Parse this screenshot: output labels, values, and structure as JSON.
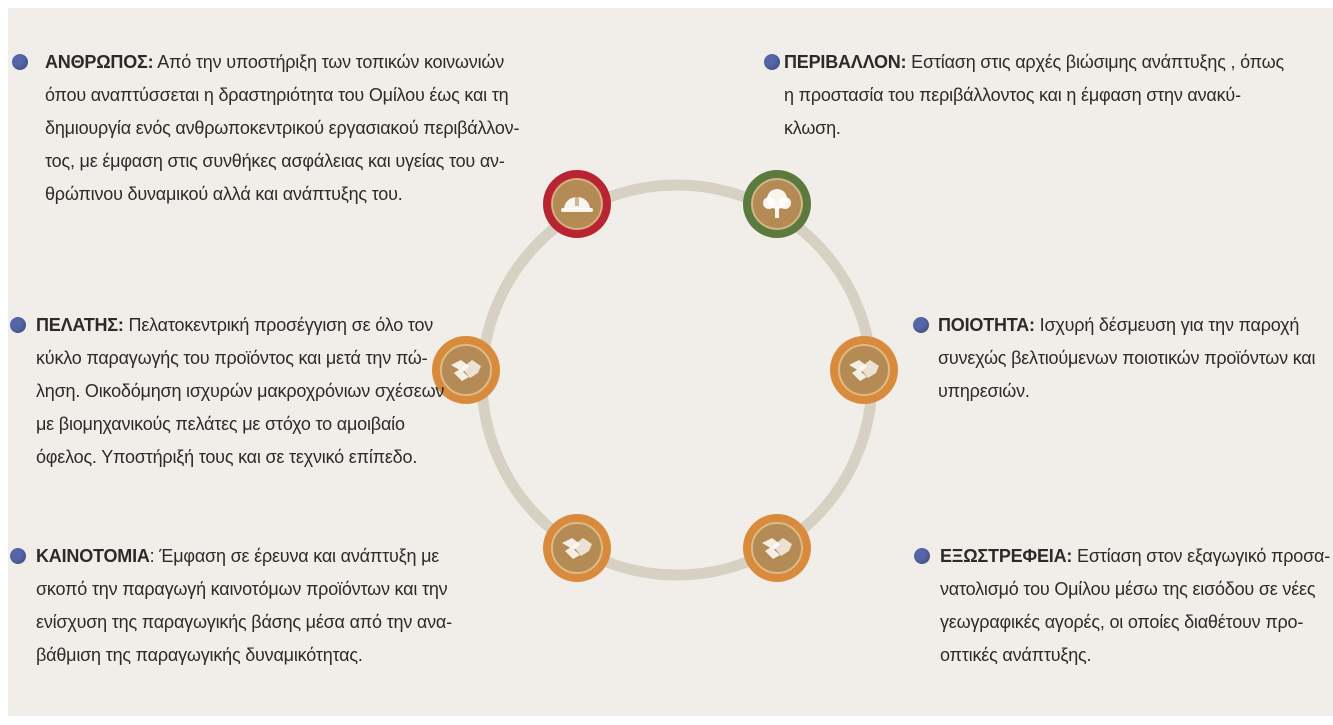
{
  "colors": {
    "background": "#f1eee9",
    "ring": "#d6d1c3",
    "bullet": "#5565a8",
    "node_red": "#b82432",
    "node_green": "#5c7a3e",
    "node_orange": "#d98b3d",
    "node_inner": "#b48a55"
  },
  "nodes": [
    {
      "icon": "hard-hat-icon",
      "color": "node_red"
    },
    {
      "icon": "tree-icon",
      "color": "node_green"
    },
    {
      "icon": "handshake-icon",
      "color": "node_orange"
    },
    {
      "icon": "handshake-icon",
      "color": "node_orange"
    },
    {
      "icon": "handshake-icon",
      "color": "node_orange"
    },
    {
      "icon": "handshake-icon",
      "color": "node_orange"
    }
  ],
  "anthropos": {
    "title": "ΑΝΘΡΩΠΟΣ:",
    "lines": [
      "Από την υποστήριξη των τοπικών κοινωνιών",
      "όπου αναπτύσσεται η δραστηριότητα του Ομίλου έως και τη",
      "δημιουργία ενός ανθρωποκεντρικού εργασιακού περιβάλλον-",
      "τος, με έμφαση στις συνθήκες ασφάλειας και υγείας του αν-",
      "θρώπινου δυναμικού αλλά και ανάπτυξης του."
    ]
  },
  "perivallon": {
    "title": "ΠΕΡΙΒΑΛΛΟΝ:",
    "lines": [
      "Εστίαση στις αρχές βιώσιμης ανάπτυξης , όπως",
      "η προστασία του περιβάλλοντος και η έμφαση στην ανακύ-",
      "κλωση."
    ]
  },
  "pelatis": {
    "title": "ΠΕΛΑΤΗΣ:",
    "lines": [
      "Πελατοκεντρική προσέγγιση σε όλο τον",
      "κύκλο παραγωγής του προϊόντος και μετά την πώ-",
      "ληση. Οικοδόμηση ισχυρών μακροχρόνιων σχέσεων",
      "με βιομηχανικούς πελάτες με στόχο το αμοιβαίο",
      "όφελος. Υποστήριξή τους και σε τεχνικό επίπεδο."
    ]
  },
  "poiotita": {
    "title": "ΠΟΙΟΤΗΤΑ:",
    "lines": [
      "Ισχυρή δέσμευση για την παροχή",
      "συνεχώς βελτιούμενων ποιοτικών προϊόντων και",
      "υπηρεσιών."
    ]
  },
  "kainotomia": {
    "title": "ΚΑΙΝΟΤΟΜΙΑ",
    "sep": ":",
    "lines": [
      "Έμφαση σε έρευνα και ανάπτυξη με",
      "σκοπό την παραγωγή καινοτόμων προϊόντων και την",
      "ενίσχυση της παραγωγικής βάσης μέσα από την ανα-",
      "βάθμιση της παραγωγικής δυναμικότητας."
    ]
  },
  "exostrefeia": {
    "title": "ΕΞΩΣΤΡΕΦΕΙΑ:",
    "lines": [
      "Εστίαση στον εξαγωγικό προσα-",
      "νατολισμό του Ομίλου μέσω της εισόδου σε νέες",
      "γεωγραφικές αγορές, οι οποίες διαθέτουν προ-",
      "οπτικές ανάπτυξης."
    ]
  }
}
